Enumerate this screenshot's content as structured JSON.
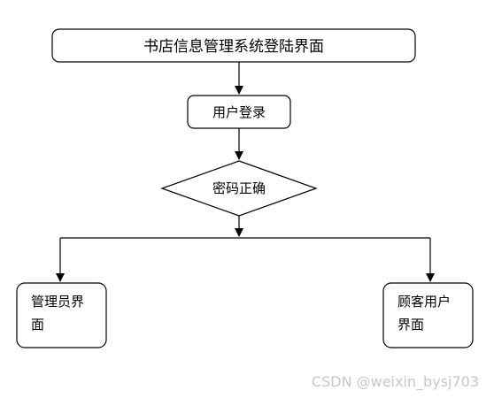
{
  "diagram": {
    "title_box": "书店信息管理系统登陆界面",
    "login_box": "用户登录",
    "decision": "密码正确",
    "admin_box": {
      "line1": "管理员界",
      "line2": "面"
    },
    "customer_box": {
      "line1": "顾客用户",
      "line2": "界面"
    }
  },
  "watermark": "CSDN @weixin_bysj703",
  "colors": {
    "stroke": "#000000",
    "fill": "#ffffff",
    "watermark": "#c7c7c7"
  }
}
